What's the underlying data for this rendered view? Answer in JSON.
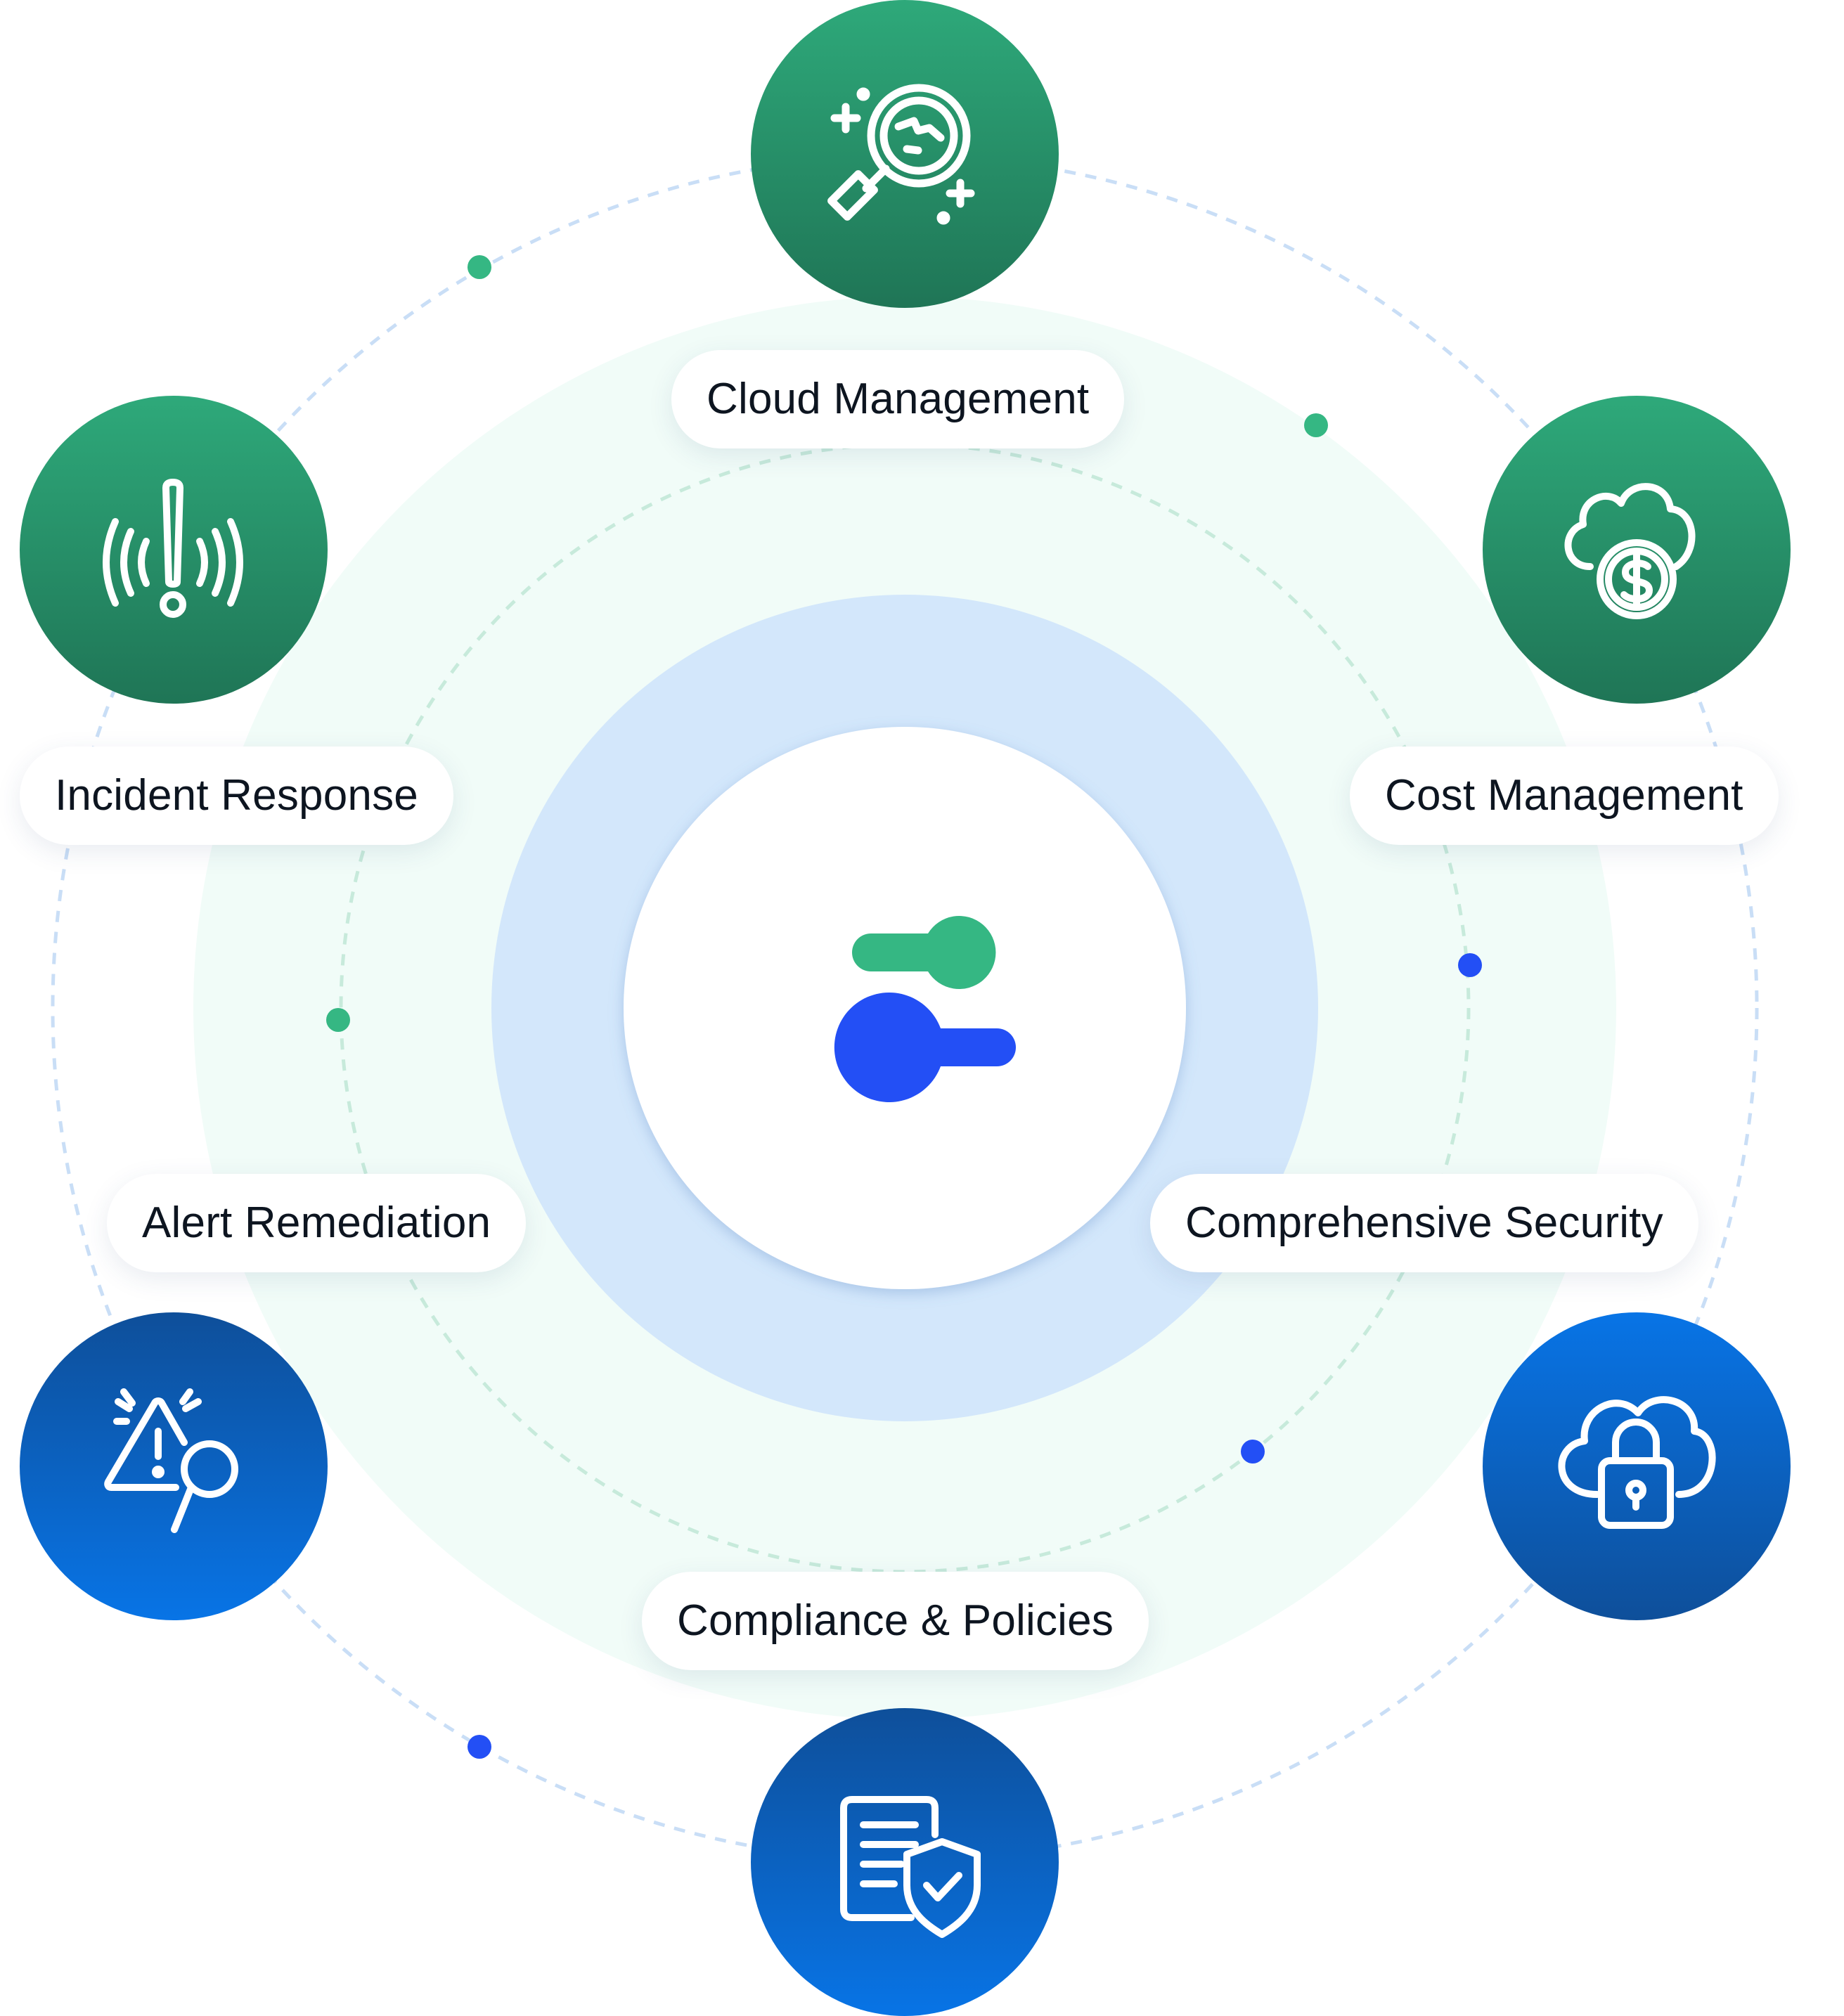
{
  "colors": {
    "green_top": "#2ea97a",
    "green_bottom": "#1f7556",
    "blue_top": "#0e4f9a",
    "blue_bottom": "#0874e6",
    "accent_green": "#35b783",
    "accent_blue": "#234ff5",
    "ring_fill": "#d3e7fb",
    "halo_fill": "#f1fcf8",
    "orbit_dash": "#c9def6",
    "inner_dash": "#c7eadb",
    "label_text": "#0d1520"
  },
  "center": {
    "logo_icon": "key-toggle-logo-icon"
  },
  "nodes": [
    {
      "id": "cloud-management",
      "label": "Cloud Management",
      "icon": "cloud-search-icon",
      "theme": "green"
    },
    {
      "id": "cost-management",
      "label": "Cost Management",
      "icon": "cloud-dollar-icon",
      "theme": "green"
    },
    {
      "id": "comprehensive-security",
      "label": "Comprehensive Security",
      "icon": "cloud-lock-icon",
      "theme": "blue"
    },
    {
      "id": "compliance-policies",
      "label": "Compliance & Policies",
      "icon": "document-shield-icon",
      "theme": "blue"
    },
    {
      "id": "alert-remediation",
      "label": "Alert Remediation",
      "icon": "alert-search-icon",
      "theme": "blue"
    },
    {
      "id": "incident-response",
      "label": "Incident Response",
      "icon": "alarm-exclamation-icon",
      "theme": "green"
    }
  ]
}
